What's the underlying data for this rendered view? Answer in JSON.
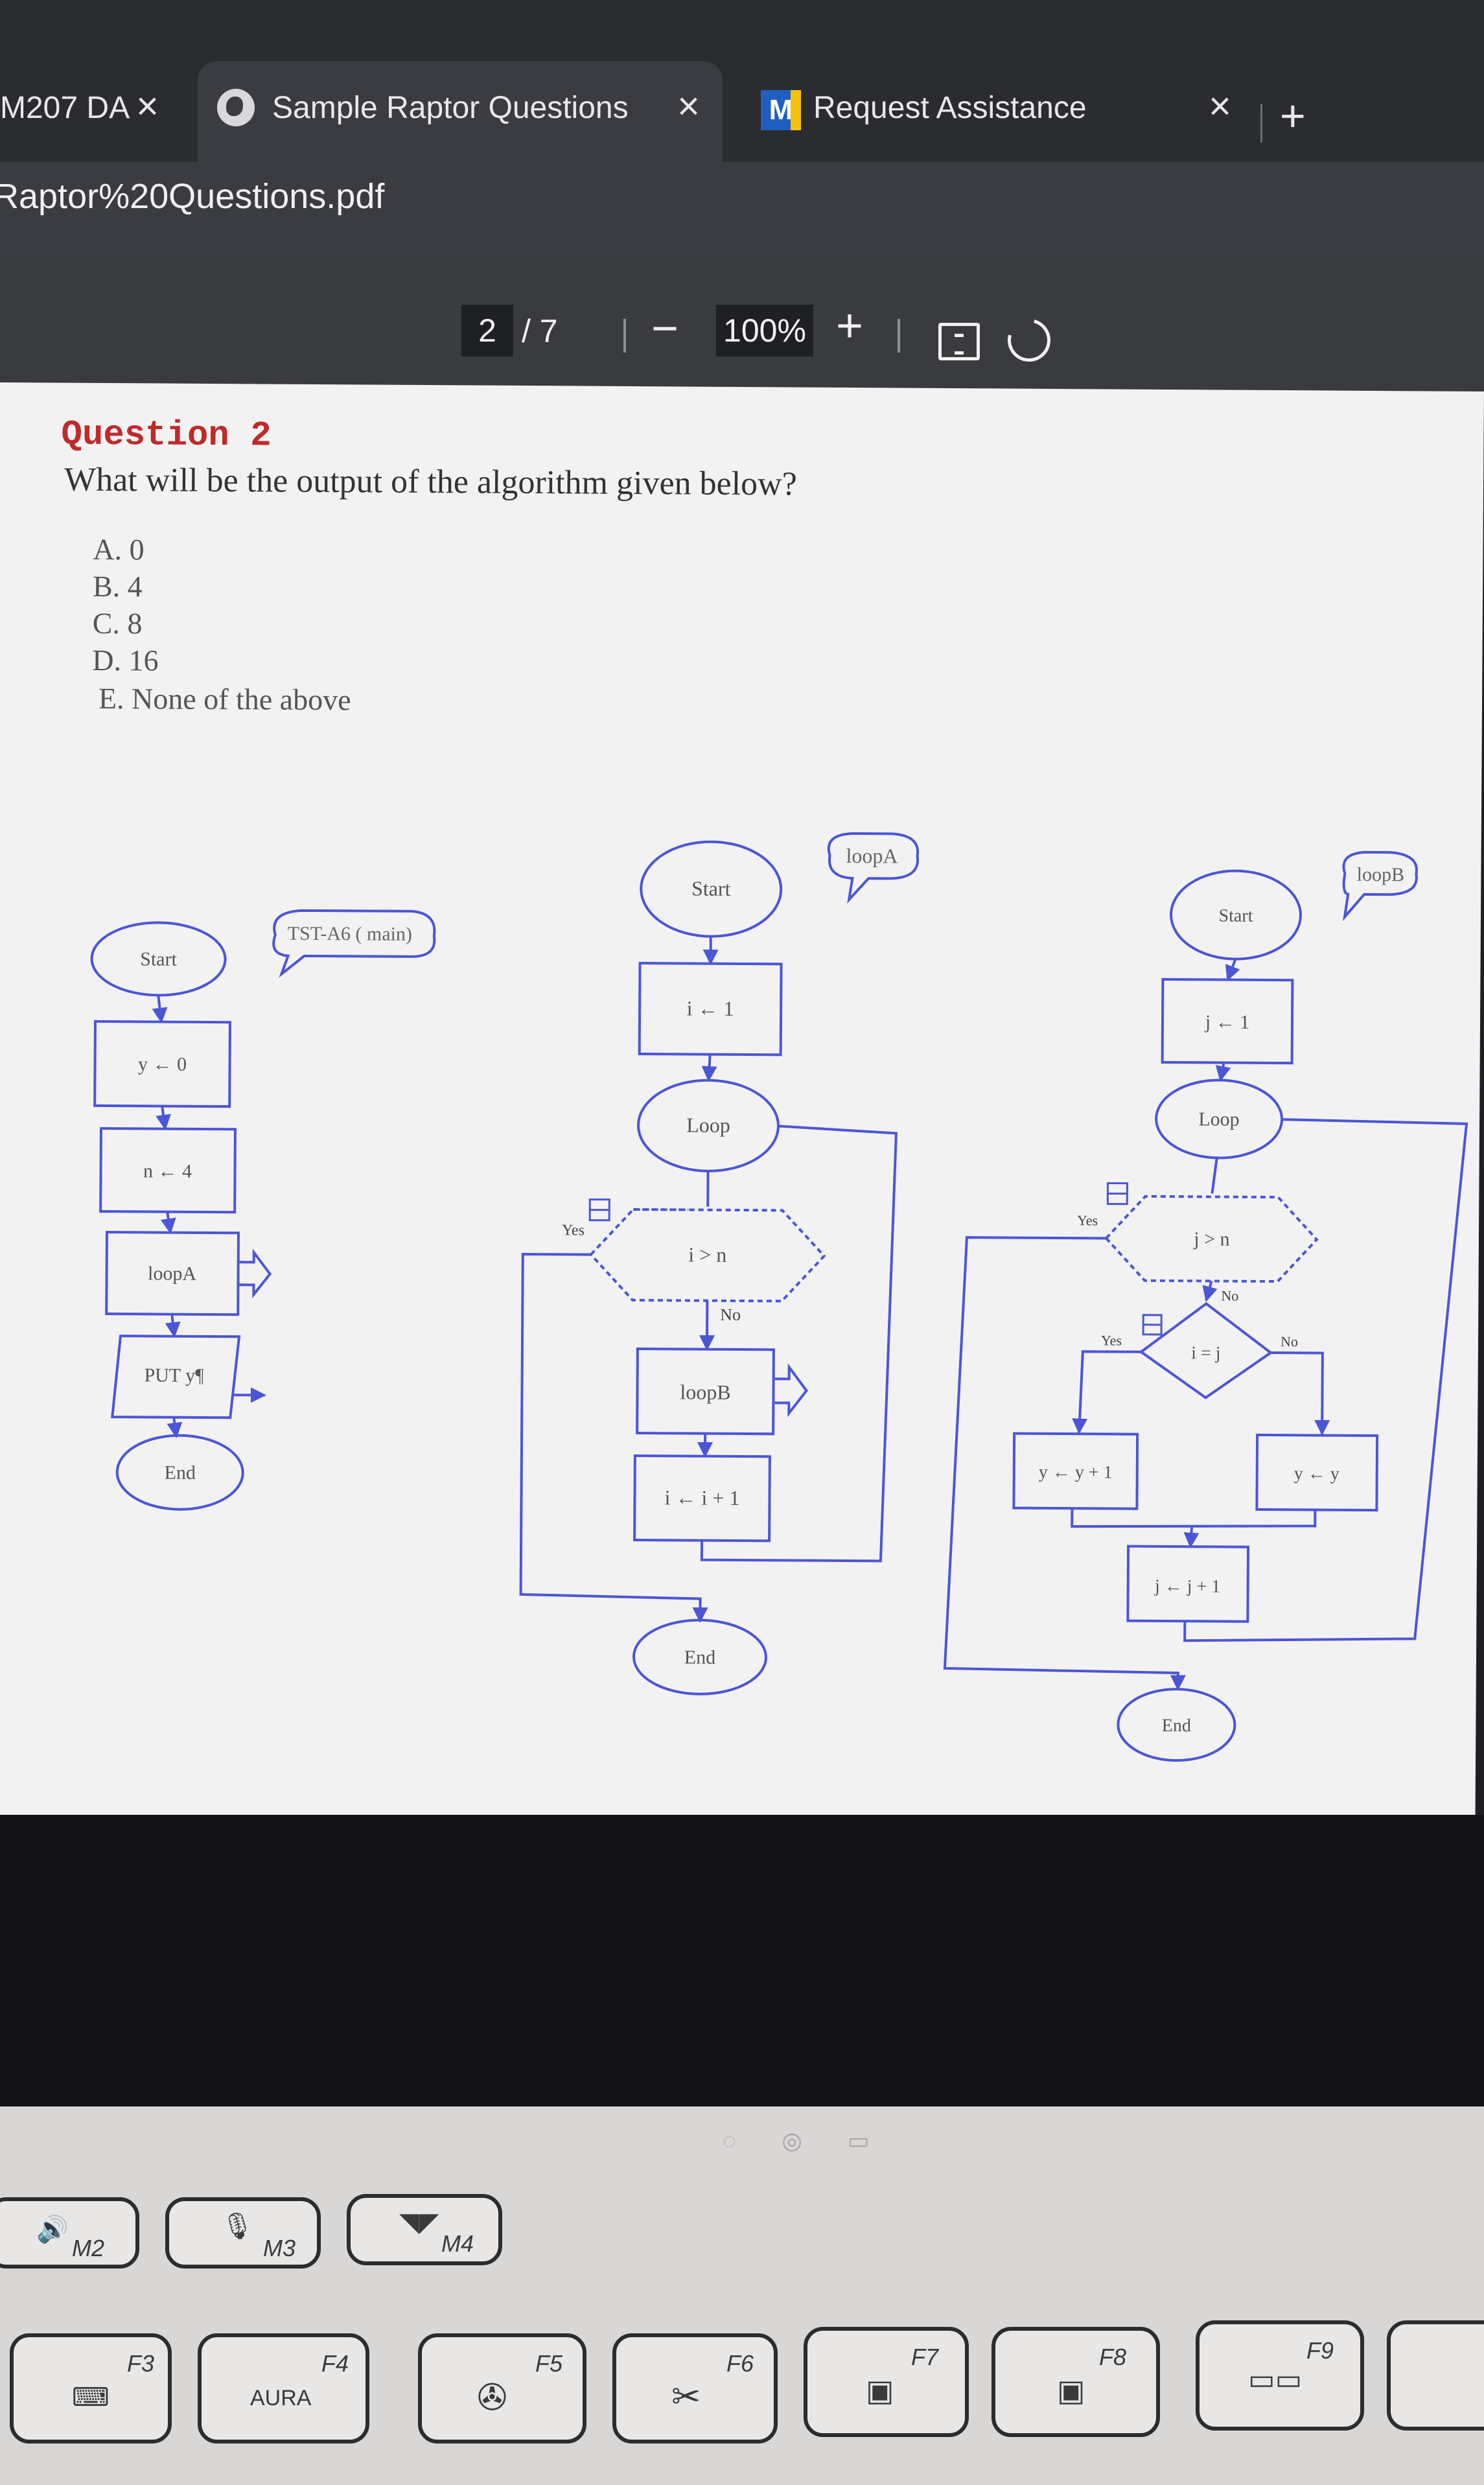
{
  "tabs": [
    {
      "label": "M207 DA",
      "close": "×"
    },
    {
      "label": "Sample Raptor Questions",
      "close": "×",
      "icon": "globe-icon"
    },
    {
      "label": "Request Assistance",
      "close": "×",
      "icon": "m-icon",
      "icon_text": "M"
    }
  ],
  "new_tab": "+",
  "address": {
    "url": "Raptor%20Questions.pdf"
  },
  "pdf_toolbar": {
    "page_current": "2",
    "page_total": "/ 7",
    "zoom_out": "−",
    "zoom": "100%",
    "zoom_in": "+"
  },
  "question": {
    "title": "Question 2",
    "text": "What will be the output of the algorithm given below?",
    "options": [
      "A.  0",
      "B.  4",
      "C.  8",
      "D.  16",
      "E.  None of the above"
    ]
  },
  "flowcharts": {
    "main": {
      "comment": "TST-A6 ( main)",
      "start": "Start",
      "s1": "y ← 0",
      "s2": "n ← 4",
      "call": "loopA",
      "output": "PUT y¶",
      "end": "End"
    },
    "loopA": {
      "comment": "loopA",
      "start": "Start",
      "s1": "i ← 1",
      "loop": "Loop",
      "cond": "i > n",
      "yes": "Yes",
      "no": "No",
      "call": "loopB",
      "inc": "i ← i + 1",
      "end": "End"
    },
    "loopB": {
      "comment": "loopB",
      "start": "Start",
      "s1": "j ← 1",
      "loop": "Loop",
      "cond": "j > n",
      "yes": "Yes",
      "no": "No",
      "cond2": "i = j",
      "yes2": "Yes",
      "no2": "No",
      "then": "y ← y + 1",
      "else": "y ← y",
      "inc": "j ← j + 1",
      "end": "End"
    }
  },
  "keyboard": {
    "row1": [
      {
        "icon": "speaker-icon",
        "glyph": "🔊",
        "fn": "M2"
      },
      {
        "icon": "mic-mute-icon",
        "glyph": "🎙",
        "fn": "M3"
      },
      {
        "icon": "rog-logo-icon",
        "glyph": "◥◤",
        "fn": "M4"
      }
    ],
    "row2": [
      {
        "fn": "F3",
        "icon": "keyboard-backlight-icon",
        "glyph": "⌨"
      },
      {
        "fn": "F4",
        "label": "AURA"
      },
      {
        "fn": "F5",
        "icon": "fan-icon",
        "glyph": "✇"
      },
      {
        "fn": "F6",
        "icon": "snip-icon",
        "glyph": "✂"
      },
      {
        "fn": "F7",
        "icon": "brightness-down-icon",
        "glyph": "▣"
      },
      {
        "fn": "F8",
        "icon": "brightness-up-icon",
        "glyph": "▣"
      },
      {
        "fn": "F9",
        "icon": "display-switch-icon",
        "glyph": "▭▭"
      }
    ]
  }
}
